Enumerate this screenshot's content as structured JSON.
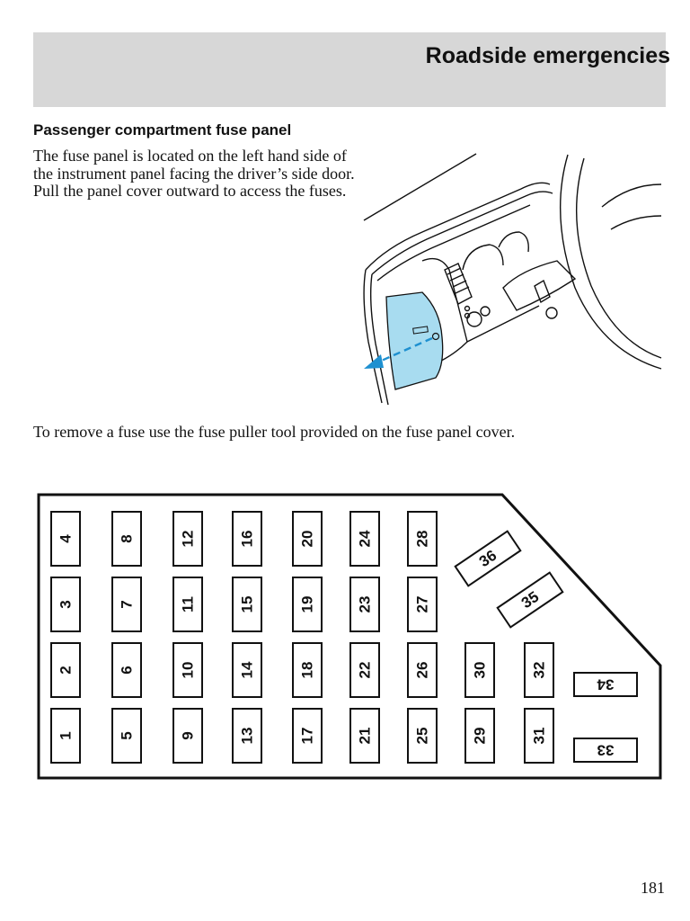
{
  "header": {
    "title": "Roadside emergencies"
  },
  "section": {
    "heading": "Passenger compartment fuse panel",
    "intro": "The fuse panel is located on the left hand side of the instrument panel facing the driver’s side door. Pull the panel cover outward to access the fuses.",
    "instruction": "To remove a fuse use the fuse puller tool provided on the fuse panel cover."
  },
  "fuses": [
    "1",
    "2",
    "3",
    "4",
    "5",
    "6",
    "7",
    "8",
    "9",
    "10",
    "11",
    "12",
    "13",
    "14",
    "15",
    "16",
    "17",
    "18",
    "19",
    "20",
    "21",
    "22",
    "23",
    "24",
    "25",
    "26",
    "27",
    "28",
    "29",
    "30",
    "31",
    "32",
    "33",
    "34",
    "35",
    "36"
  ],
  "colors": {
    "header_band": "#d7d7d7",
    "panel_highlight": "#a8dcf0",
    "arrow": "#1e90d0"
  },
  "page_number": "181"
}
